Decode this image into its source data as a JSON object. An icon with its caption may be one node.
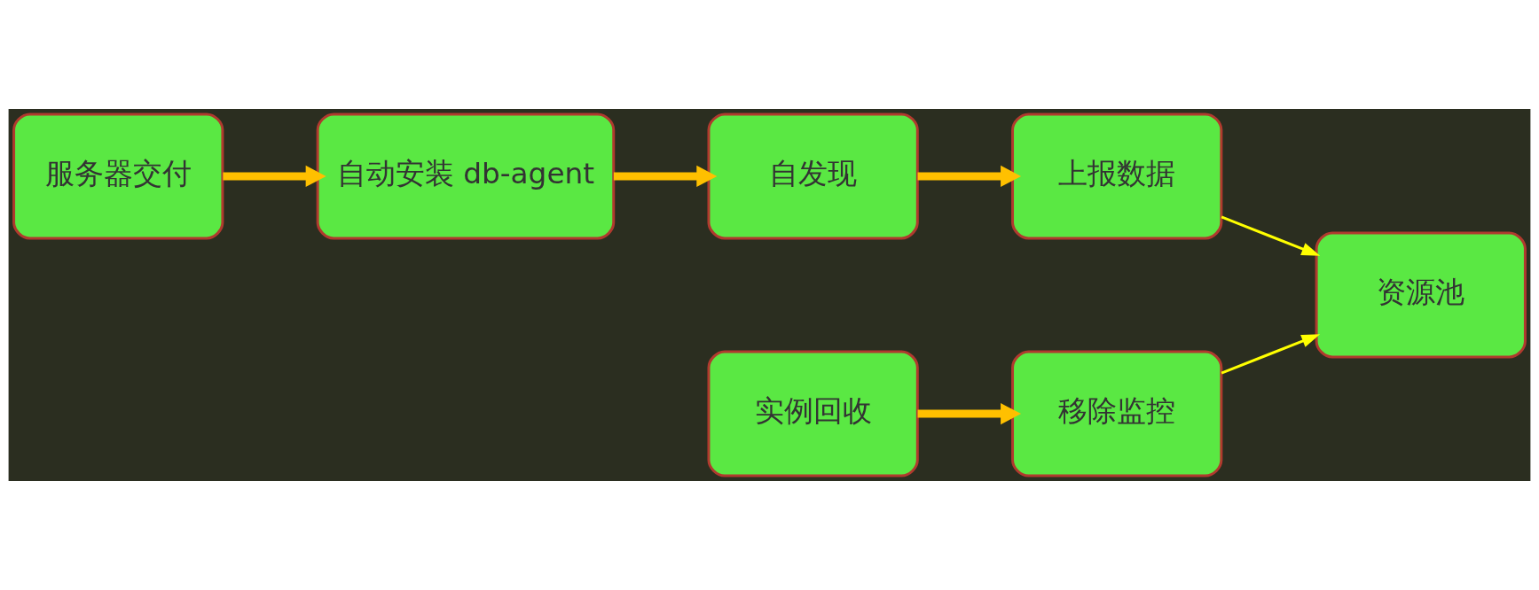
{
  "diagram": {
    "nodes": [
      {
        "text": [
          "服务器交付"
        ]
      },
      {
        "text": [
          "自动安装 db-agent"
        ]
      },
      {
        "text": [
          "自发现"
        ]
      },
      {
        "text": [
          "上报数据"
        ]
      },
      {
        "text": [
          "资源池"
        ]
      },
      {
        "text": [
          "实例回收"
        ]
      },
      {
        "text": [
          "移除监控"
        ]
      }
    ],
    "edges": [
      {
        "from": 0,
        "to": 1,
        "arrow": "to"
      },
      {
        "from": 1,
        "to": 2,
        "arrow": "to"
      },
      {
        "from": 2,
        "to": 3,
        "arrow": "to"
      },
      {
        "from": 3,
        "to": 4,
        "arrow": "to",
        "color": "#ffff00"
      },
      {
        "from": 5,
        "to": 6,
        "arrow": "to"
      },
      {
        "from": 6,
        "to": 4,
        "arrow": "to",
        "color": "#ffff00"
      }
    ]
  }
}
